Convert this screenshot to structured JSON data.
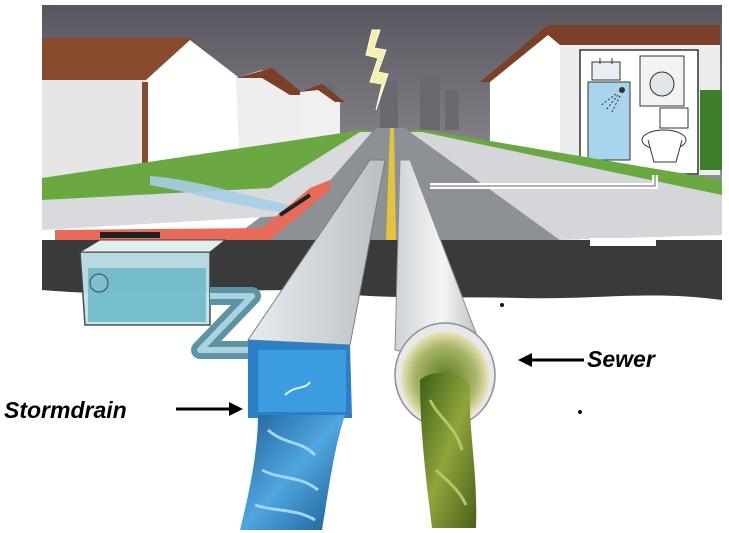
{
  "labels": {
    "sewer": "Sewer",
    "stormdrain": "Stormdrain"
  },
  "colors": {
    "sky": "#6e6a72",
    "grass": "#6fae45",
    "road": "#8c9094",
    "curb": "#d9dcdf",
    "storm_water": "#2f7fc0",
    "sewage": "#6f8a2a",
    "inlet_red": "#e86b5a"
  },
  "icons": [
    "lightning-bolt",
    "shower-icon",
    "sink-icon",
    "washing-machine-icon",
    "toilet-icon"
  ]
}
